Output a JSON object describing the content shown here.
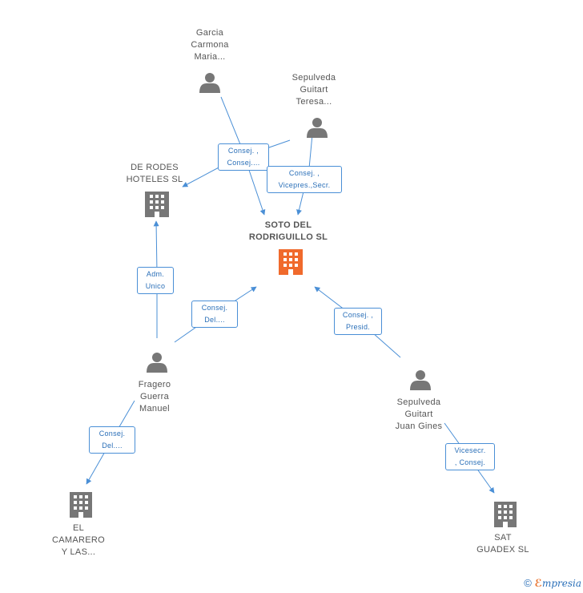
{
  "colors": {
    "person": "#777777",
    "company": "#777777",
    "main_company": "#f06a2c",
    "edge": "#4a8fd6"
  },
  "nodes": {
    "garcia": {
      "lines": [
        "Garcia",
        "Carmona",
        "Maria..."
      ]
    },
    "sepulveda_teresa": {
      "lines": [
        "Sepulveda",
        "Guitart",
        "Teresa..."
      ]
    },
    "de_rodes": {
      "lines": [
        "DE RODES",
        "HOTELES SL"
      ]
    },
    "soto": {
      "lines": [
        "SOTO DEL",
        "RODRIGUILLO SL"
      ]
    },
    "fragero": {
      "lines": [
        "Fragero",
        "Guerra",
        "Manuel"
      ]
    },
    "sepulveda_juan": {
      "lines": [
        "Sepulveda",
        "Guitart",
        "Juan Gines"
      ]
    },
    "el_camarero": {
      "lines": [
        "EL",
        "CAMARERO",
        "Y LAS..."
      ]
    },
    "sat_guadex": {
      "lines": [
        "SAT",
        "GUADEX SL"
      ]
    }
  },
  "edge_labels": {
    "garcia_rel": [
      "Consej. ,",
      "Consej...."
    ],
    "teresa_rel": [
      "Consej. ,",
      "Vicepres.,Secr."
    ],
    "adm_unico": [
      "Adm.",
      "Unico"
    ],
    "fragero_soto": [
      "Consej.",
      "Del...."
    ],
    "juan_soto": [
      "Consej. ,",
      "Presid."
    ],
    "fragero_camarero": [
      "Consej.",
      "Del...."
    ],
    "juan_sat": [
      "Vicesecr.",
      ", Consej."
    ]
  },
  "footer": {
    "copyright": "©",
    "brand_first": "ℰ",
    "brand_rest": "mpresia"
  }
}
